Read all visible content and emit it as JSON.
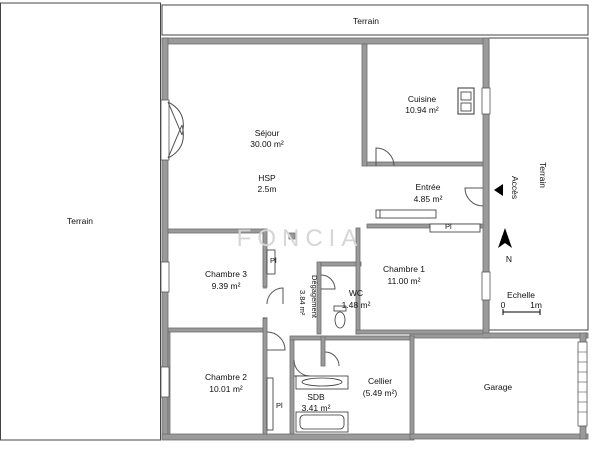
{
  "plan": {
    "terrain_top": "Terrain",
    "terrain_left": "Terrain",
    "terrain_right": "Terrain",
    "rooms": {
      "sejour": {
        "name": "Séjour",
        "area": "30.00 m²",
        "extra1": "HSP",
        "extra2": "2.5m"
      },
      "cuisine": {
        "name": "Cuisine",
        "area": "10.94 m²"
      },
      "entree": {
        "name": "Entrée",
        "area": "4.85 m²"
      },
      "chambre1": {
        "name": "Chambre 1",
        "area": "11.00 m²"
      },
      "chambre2": {
        "name": "Chambre 2",
        "area": "10.01 m²"
      },
      "chambre3": {
        "name": "Chambre 3",
        "area": "9.39 m²"
      },
      "degagement": {
        "name": "Dégagement",
        "area": "3.84 m²"
      },
      "wc": {
        "name": "WC",
        "area": "1.48 m²"
      },
      "sdb": {
        "name": "SDB",
        "area": "3.41 m²"
      },
      "cellier": {
        "name": "Cellier",
        "area": "(5.49 m²)"
      },
      "garage": {
        "name": "Garage"
      }
    },
    "acces": "Accès",
    "north": "N",
    "scale": {
      "title": "Echelle",
      "min": "0",
      "max": "1m"
    },
    "placard": "Pl",
    "watermark": "FONCIA"
  }
}
